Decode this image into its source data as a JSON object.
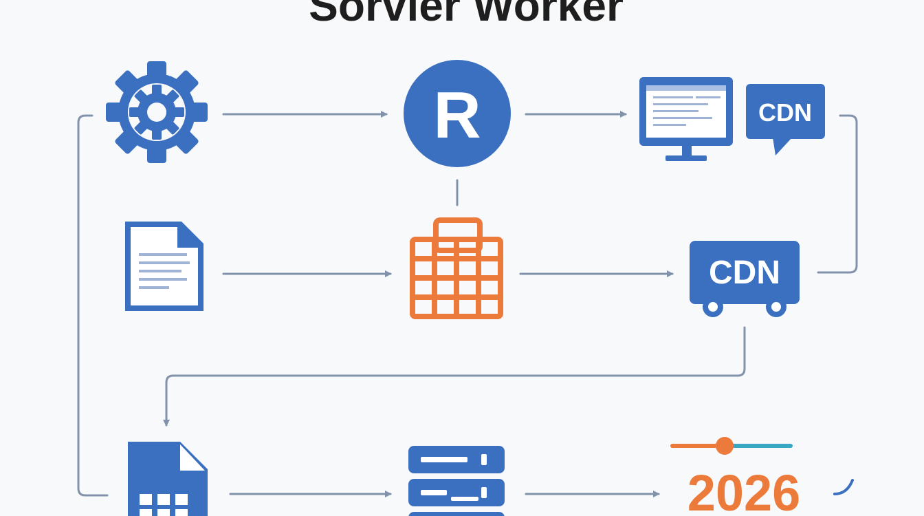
{
  "title": "Sorvier Worker",
  "labels": {
    "logo_letter": "R",
    "cdn_bubble": "CDN",
    "cdn_truck": "CDN",
    "year": "2026"
  },
  "icons": [
    "gear-icon",
    "registered-r-icon",
    "browser-monitor-icon",
    "cdn-speech-bubble-icon",
    "document-icon",
    "calendar-grid-icon",
    "cdn-truck-icon",
    "spreadsheet-file-icon",
    "server-stack-icon",
    "timeline-slider-icon"
  ],
  "colors": {
    "background": "#f8f9fb",
    "primary_blue": "#3b6fc0",
    "orange": "#ec7a3a",
    "arrow_gray": "#8292ab",
    "teal": "#3aa7c4",
    "title": "#1e1e1e"
  }
}
